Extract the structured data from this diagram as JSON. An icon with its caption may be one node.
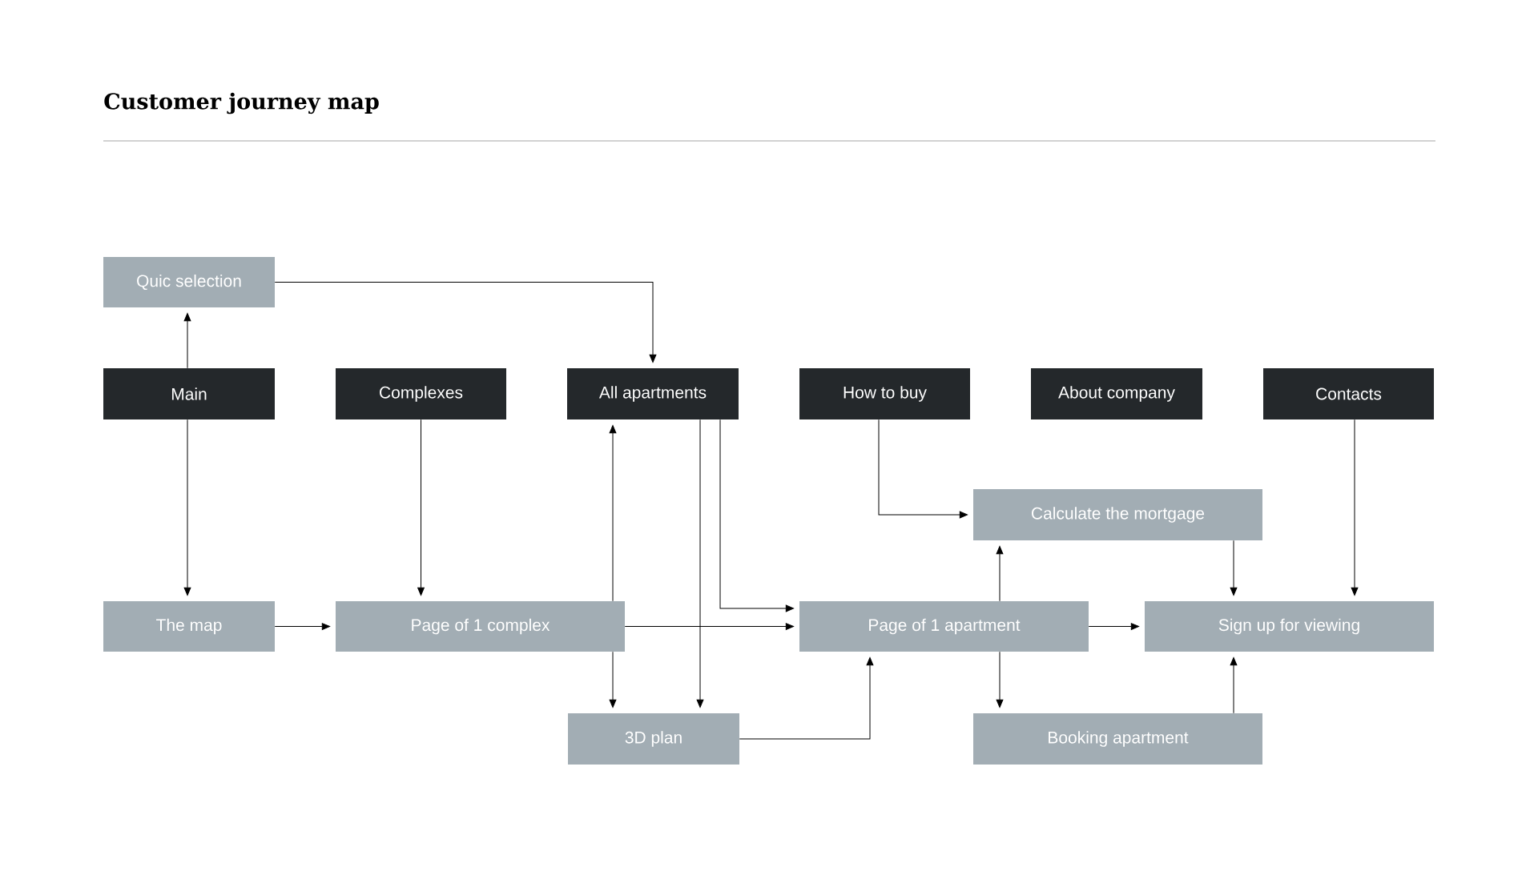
{
  "diagram": {
    "title": "Customer journey map",
    "nodes": [
      {
        "text": [
          "Quic selection"
        ]
      },
      {
        "text": [
          "Main"
        ]
      },
      {
        "text": [
          "Complexes"
        ]
      },
      {
        "text": [
          "All apartments"
        ]
      },
      {
        "text": [
          "How to buy"
        ]
      },
      {
        "text": [
          "About company"
        ]
      },
      {
        "text": [
          "Contacts"
        ]
      },
      {
        "text": [
          "Calculate the mortgage"
        ]
      },
      {
        "text": [
          "The map"
        ]
      },
      {
        "text": [
          "Page of 1 complex"
        ]
      },
      {
        "text": [
          "Page of 1 apartment"
        ]
      },
      {
        "text": [
          "Sign up for viewing"
        ]
      },
      {
        "text": [
          "3D plan"
        ]
      },
      {
        "text": [
          "Booking apartment"
        ]
      }
    ],
    "edges": [
      {
        "from": 1,
        "to": 0,
        "arrow": "to"
      },
      {
        "from": 0,
        "to": 3,
        "arrow": "to"
      },
      {
        "from": 1,
        "to": 8,
        "arrow": "to"
      },
      {
        "from": 2,
        "to": 9,
        "arrow": "to"
      },
      {
        "from": 8,
        "to": 9,
        "arrow": "to"
      },
      {
        "from": 9,
        "to": 3,
        "arrow": "to"
      },
      {
        "from": 9,
        "to": 12,
        "arrow": "to"
      },
      {
        "from": 3,
        "to": 12,
        "arrow": "to"
      },
      {
        "from": 3,
        "to": 10,
        "arrow": "to"
      },
      {
        "from": 9,
        "to": 10,
        "arrow": "to"
      },
      {
        "from": 12,
        "to": 10,
        "arrow": "to"
      },
      {
        "from": 4,
        "to": 7,
        "arrow": "to"
      },
      {
        "from": 10,
        "to": 7,
        "arrow": "to"
      },
      {
        "from": 10,
        "to": 13,
        "arrow": "to"
      },
      {
        "from": 10,
        "to": 11,
        "arrow": "to"
      },
      {
        "from": 7,
        "to": 11,
        "arrow": "to"
      },
      {
        "from": 13,
        "to": 11,
        "arrow": "to"
      },
      {
        "from": 6,
        "to": 11,
        "arrow": "to"
      }
    ]
  }
}
